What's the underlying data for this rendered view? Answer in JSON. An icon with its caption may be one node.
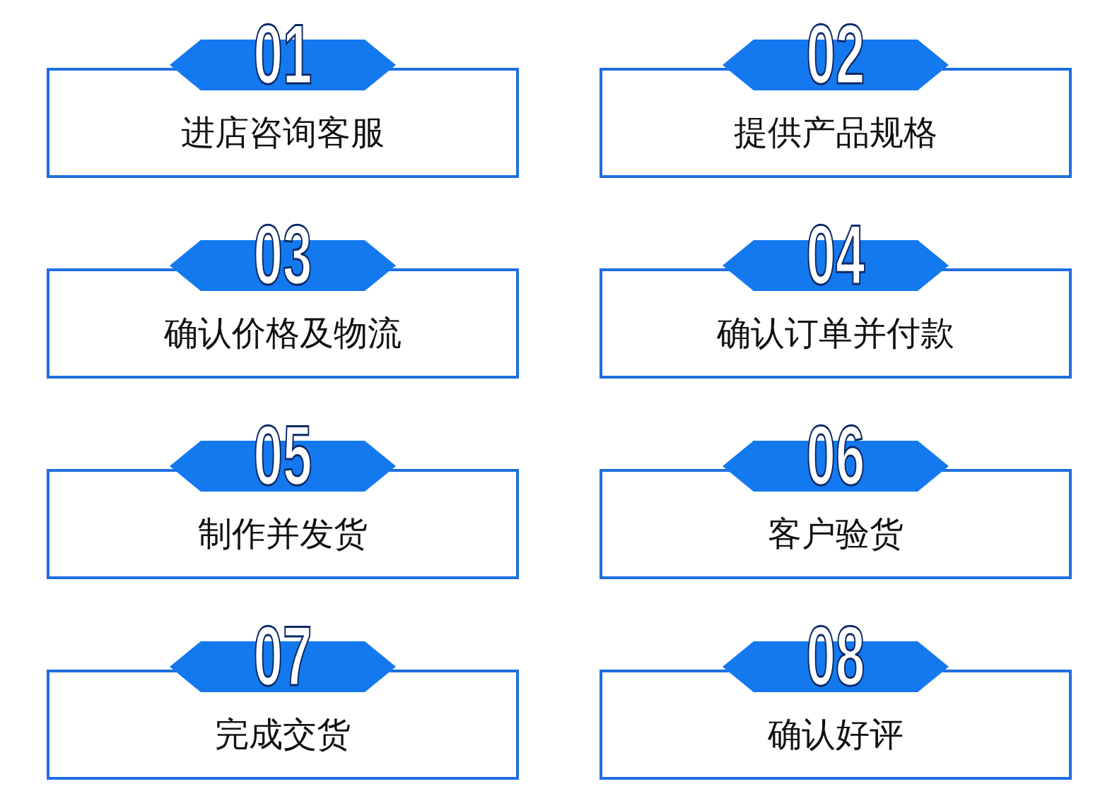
{
  "diagram": {
    "nodes": [
      {
        "text": [
          "01"
        ]
      },
      {
        "text": [
          "进店咨询客服"
        ]
      },
      {
        "text": [
          "02"
        ]
      },
      {
        "text": [
          "提供产品规格"
        ]
      },
      {
        "text": [
          "03"
        ]
      },
      {
        "text": [
          "确认价格及物流"
        ]
      },
      {
        "text": [
          "04"
        ]
      },
      {
        "text": [
          "确认订单并付款"
        ]
      },
      {
        "text": [
          "05"
        ]
      },
      {
        "text": [
          "制作并发货"
        ]
      },
      {
        "text": [
          "06"
        ]
      },
      {
        "text": [
          "客户验货"
        ]
      },
      {
        "text": [
          "07"
        ]
      },
      {
        "text": [
          "完成交货"
        ]
      },
      {
        "text": [
          "08"
        ]
      },
      {
        "text": [
          "确认好评"
        ]
      }
    ]
  }
}
